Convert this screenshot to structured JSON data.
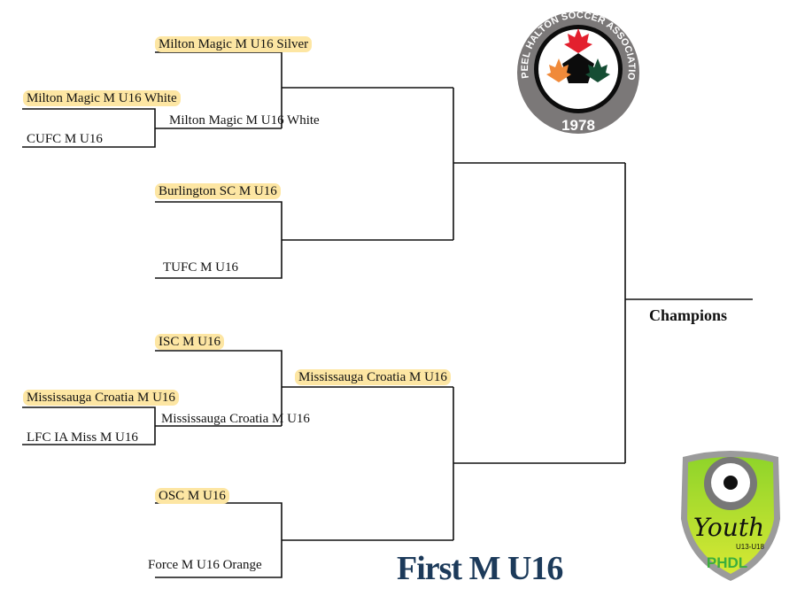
{
  "round1": [
    {
      "team": "Milton Magic M U16 White",
      "highlight": true
    },
    {
      "team": "CUFC M U16",
      "highlight": false
    },
    {
      "team": "Mississauga Croatia M U16",
      "highlight": true
    },
    {
      "team": "LFC IA Miss M U16",
      "highlight": false
    }
  ],
  "quarterfinals": [
    {
      "team": "Milton Magic M U16 Silver",
      "highlight": true
    },
    {
      "team": "Milton Magic M U16 White",
      "highlight": false
    },
    {
      "team": "Burlington SC M U16",
      "highlight": true
    },
    {
      "team": "TUFC M U16",
      "highlight": false
    },
    {
      "team": "ISC M U16",
      "highlight": true
    },
    {
      "team": "Mississauga Croatia M U16",
      "highlight": false
    },
    {
      "team": "OSC M U16",
      "highlight": true
    },
    {
      "team": "Force M U16 Orange",
      "highlight": false
    }
  ],
  "semifinals": [
    {
      "team": "Mississauga Croatia M U16",
      "highlight": true
    }
  ],
  "champions_label": "Champions",
  "title": "First M U16",
  "logos": {
    "top": {
      "ring_text": "PEEL HALTON SOCCER ASSOCIATION",
      "year": "1978"
    },
    "badge": {
      "script": "Youth",
      "sub": "U13-U18",
      "brand": "PHDL"
    }
  },
  "colors": {
    "highlight": "#fde6a3",
    "title": "#1c3a5a",
    "line": "#111111"
  }
}
